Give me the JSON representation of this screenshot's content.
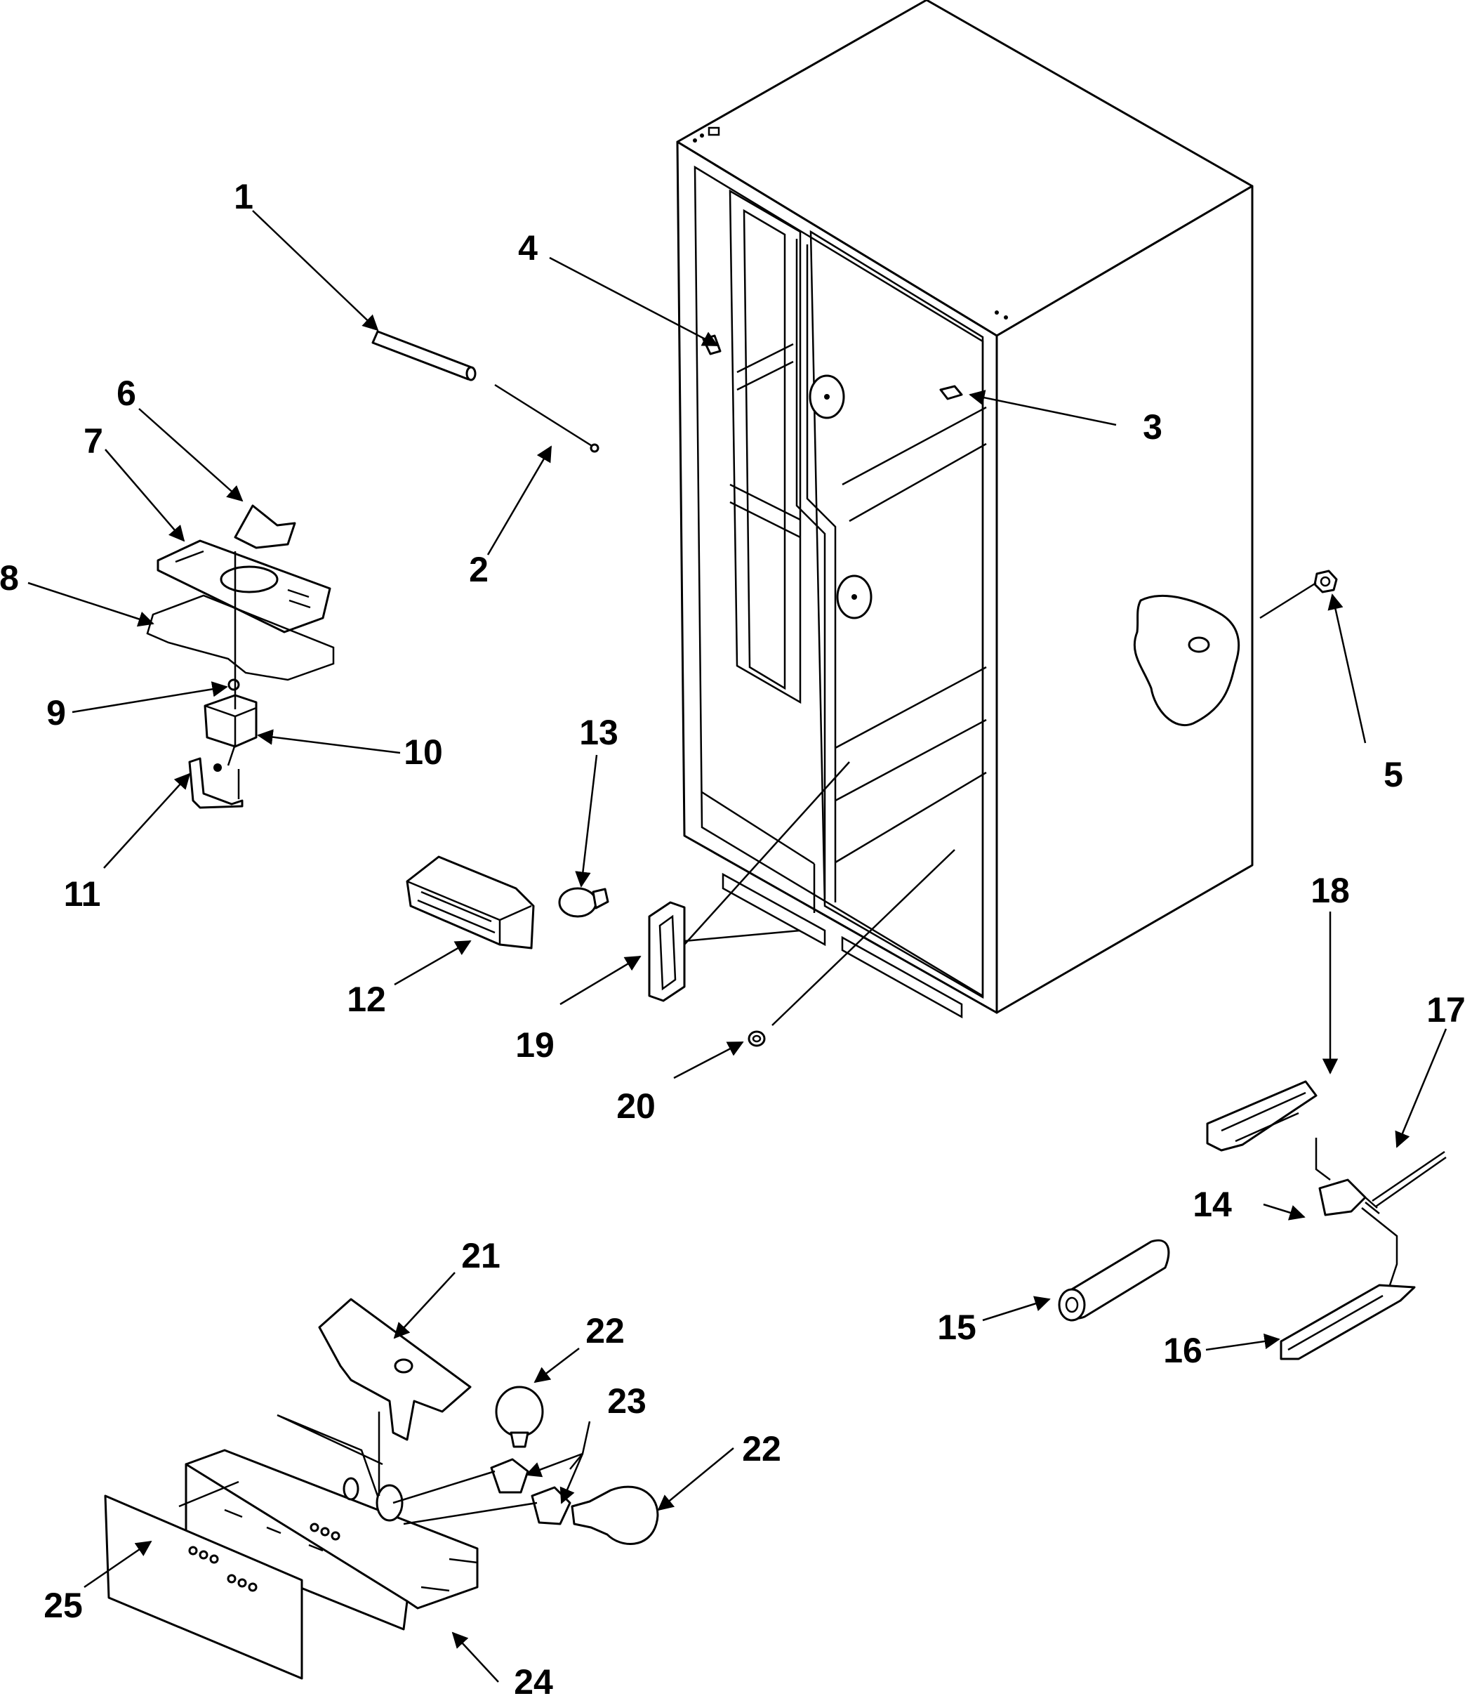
{
  "diagram": {
    "callouts": [
      {
        "label": "1"
      },
      {
        "label": "2"
      },
      {
        "label": "3"
      },
      {
        "label": "4"
      },
      {
        "label": "5"
      },
      {
        "label": "6"
      },
      {
        "label": "7"
      },
      {
        "label": "8"
      },
      {
        "label": "9"
      },
      {
        "label": "10"
      },
      {
        "label": "11"
      },
      {
        "label": "12"
      },
      {
        "label": "13"
      },
      {
        "label": "14"
      },
      {
        "label": "15"
      },
      {
        "label": "16"
      },
      {
        "label": "17"
      },
      {
        "label": "18"
      },
      {
        "label": "19"
      },
      {
        "label": "20"
      },
      {
        "label": "21"
      },
      {
        "label": "22"
      },
      {
        "label": "22"
      },
      {
        "label": "23"
      },
      {
        "label": "24"
      },
      {
        "label": "25"
      }
    ]
  }
}
